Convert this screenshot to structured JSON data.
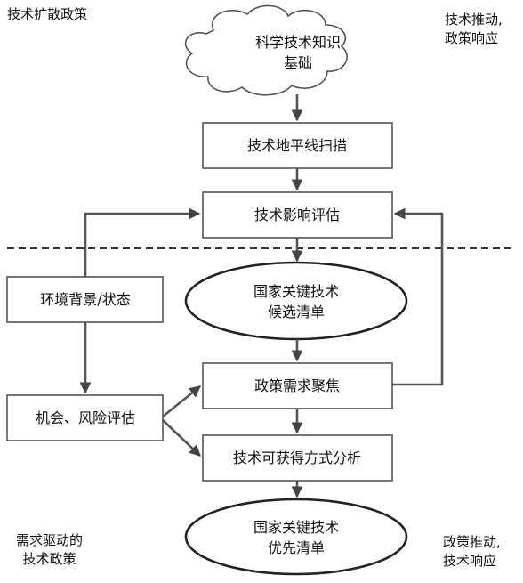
{
  "labels": {
    "top_left": "技术扩散政策",
    "top_right": [
      "技术推动,",
      "政策响应"
    ],
    "bottom_left": [
      "需求驱动的",
      "技术政策"
    ],
    "bottom_right": [
      "政策推动,",
      "技术响应"
    ]
  },
  "nodes": {
    "knowledge_base": [
      "科学技术知识",
      "基础"
    ],
    "horizon_scan": "技术地平线扫描",
    "impact_assessment": "技术影响评估",
    "candidate_list": [
      "国家关键技术",
      "候选清单"
    ],
    "environment": "环境背景/状态",
    "policy_focus": "政策需求聚焦",
    "opportunity_risk": "机会、风险评估",
    "availability_analysis": "技术可获得方式分析",
    "priority_list": [
      "国家关键技术",
      "优先清单"
    ]
  }
}
